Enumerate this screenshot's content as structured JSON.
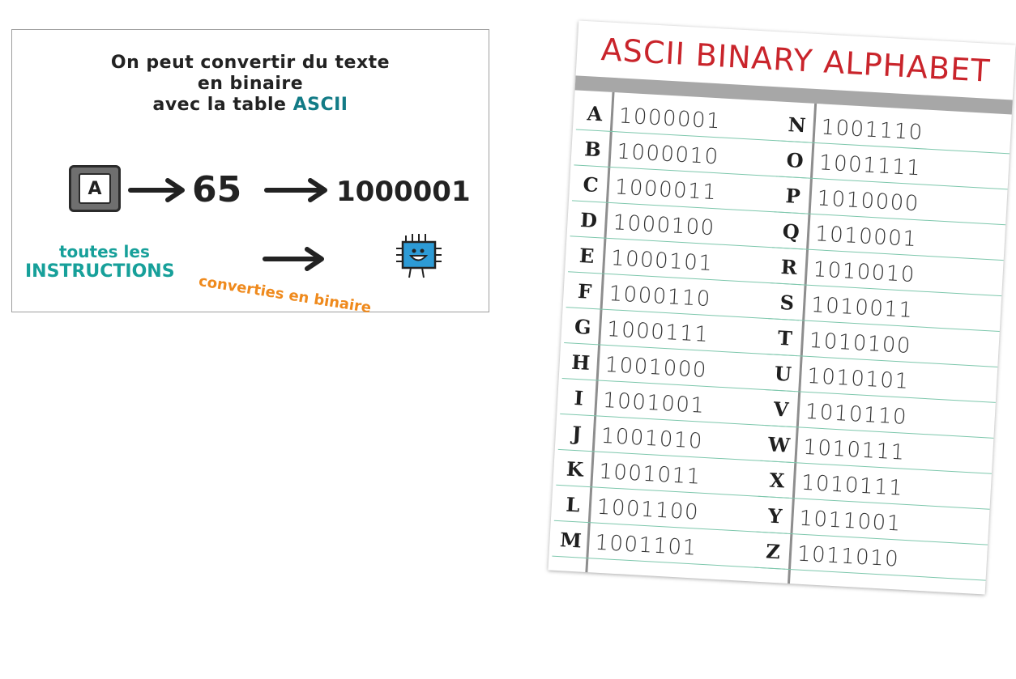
{
  "card": {
    "title_line1": "On peut convertir du texte",
    "title_line2": "en binaire",
    "title_line3_prefix": "avec la table ",
    "title_line3_highlight": "ASCII",
    "key_letter": "A",
    "decimal_value": "65",
    "binary_value": "1000001",
    "teal_line1": "toutes les",
    "teal_line2": "INSTRUCTIONS",
    "orange_text": "converties en binaire",
    "colors": {
      "teal": "#17a09a",
      "orange": "#ef8a1d",
      "ascii": "#127b86"
    },
    "icons": [
      "keyboard-key-icon",
      "arrow-right-icon",
      "cpu-chip-mascot-icon"
    ]
  },
  "sheet": {
    "title": "ASCII BINARY ALPHABET",
    "title_color": "#c9242b",
    "left_column": [
      {
        "letter": "A",
        "code": "1000001"
      },
      {
        "letter": "B",
        "code": "1000010"
      },
      {
        "letter": "C",
        "code": "1000011"
      },
      {
        "letter": "D",
        "code": "1000100"
      },
      {
        "letter": "E",
        "code": "1000101"
      },
      {
        "letter": "F",
        "code": "1000110"
      },
      {
        "letter": "G",
        "code": "1000111"
      },
      {
        "letter": "H",
        "code": "1001000"
      },
      {
        "letter": "I",
        "code": "1001001"
      },
      {
        "letter": "J",
        "code": "1001010"
      },
      {
        "letter": "K",
        "code": "1001011"
      },
      {
        "letter": "L",
        "code": "1001100"
      },
      {
        "letter": "M",
        "code": "1001101"
      }
    ],
    "right_column": [
      {
        "letter": "N",
        "code": "1001110"
      },
      {
        "letter": "O",
        "code": "1001111"
      },
      {
        "letter": "P",
        "code": "1010000"
      },
      {
        "letter": "Q",
        "code": "1010001"
      },
      {
        "letter": "R",
        "code": "1010010"
      },
      {
        "letter": "S",
        "code": "1010011"
      },
      {
        "letter": "T",
        "code": "1010100"
      },
      {
        "letter": "U",
        "code": "1010101"
      },
      {
        "letter": "V",
        "code": "1010110"
      },
      {
        "letter": "W",
        "code": "1010111"
      },
      {
        "letter": "X",
        "code": "1010111"
      },
      {
        "letter": "Y",
        "code": "1011001"
      },
      {
        "letter": "Z",
        "code": "1011010"
      }
    ]
  }
}
